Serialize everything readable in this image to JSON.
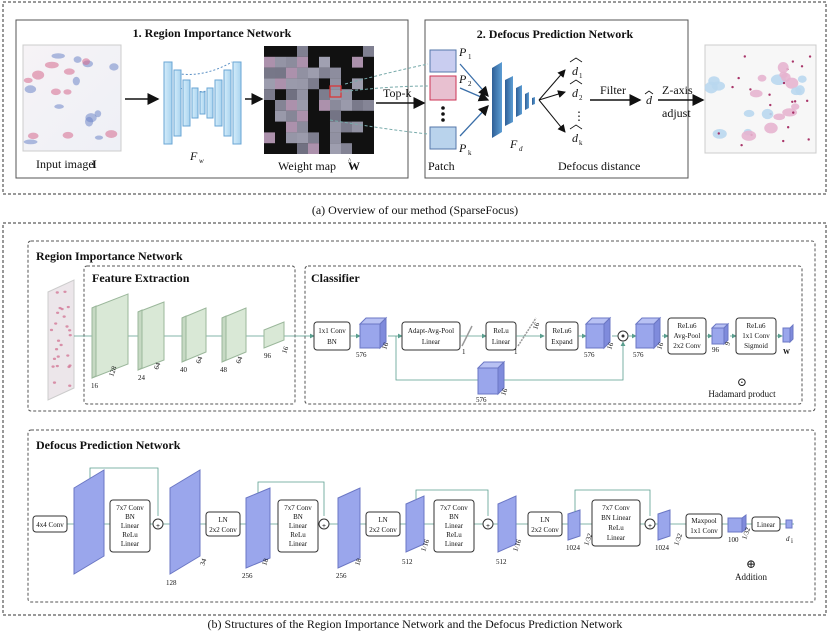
{
  "caption_a": "(a) Overview of our method (SparseFocus)",
  "caption_b": "(b) Structures of the Region Importance Network and the Defocus Prediction Network",
  "overview": {
    "rin_title": "1. Region Importance Network",
    "dpn_title": "2. Defocus Prediction Network",
    "input_label": "Input image",
    "input_sym": "I",
    "fw_label": "F",
    "fw_sub": "w",
    "weight_label": "Weight map",
    "weight_sym": "W",
    "topk": "Top-k",
    "patch_label": "Patch",
    "p1": "P",
    "p1s": "1",
    "p2": "P",
    "p2s": "2",
    "pk": "P",
    "pks": "k",
    "fd_label": "F",
    "fd_sub": "d",
    "d1": "d",
    "d1s": "1",
    "d2": "d",
    "d2s": "2",
    "dk": "d",
    "dks": "k",
    "defocus_label": "Defocus distance",
    "filter": "Filter",
    "dhat": "d",
    "zaxis": "Z-axis",
    "adjust": "adjust",
    "vdots": "⋮",
    "dots_colon": "⋮"
  },
  "rin": {
    "title": "Region Importance Network",
    "fe_title": "Feature Extraction",
    "cls_title": "Classifier",
    "fe_dims": [
      "16",
      "128",
      "24",
      "64",
      "40",
      "64",
      "48",
      "64",
      "96",
      "16"
    ],
    "conv1": [
      "1x1 Conv",
      "BN"
    ],
    "d576a": "576",
    "d16a": "16",
    "adapt": [
      "Adapt-Avg-Pool",
      "Linear"
    ],
    "d1a": "1",
    "relu_lin": [
      "ReLu",
      "Linear"
    ],
    "d1b": "1",
    "d16b": "16",
    "relu6_expand": [
      "ReLu6",
      "Expand"
    ],
    "d576b": "576",
    "d16c": "16",
    "d576c": "576",
    "d16d": "16",
    "relu6_pool": [
      "ReLu6",
      "Avg-Pool",
      "2x2 Conv"
    ],
    "d96": "96",
    "d9": "9",
    "relu6_sig": [
      "ReLu6",
      "1x1 Conv",
      "Sigmoid"
    ],
    "what": "W",
    "d576e": "576",
    "d16e": "16",
    "odot": "⊙",
    "hadamard": "Hadamard product"
  },
  "dpn": {
    "title": "Defocus Prediction Network",
    "conv44": "4x4 Conv",
    "blk1": [
      "7x7 Conv",
      "BN",
      "Linear",
      "ReLu",
      "Linear"
    ],
    "d128": "128",
    "d34": "34",
    "ln1": [
      "LN",
      "2x2 Conv"
    ],
    "blk2": [
      "7x7 Conv",
      "BN",
      "Linear",
      "ReLu",
      "Linear"
    ],
    "d256a": "256",
    "d18a": "18",
    "d256b": "256",
    "d18b": "18",
    "ln2": [
      "LN",
      "2x2 Conv"
    ],
    "blk3": [
      "7x7 Conv",
      "BN",
      "Linear",
      "ReLu",
      "Linear"
    ],
    "d512a": "512",
    "d16a": "1/16",
    "d512b": "512",
    "d16b": "1/16",
    "ln3": [
      "LN",
      "2x2 Conv"
    ],
    "blk4": [
      "7x7 Conv",
      "BN  Linear",
      "ReLu",
      "Linear"
    ],
    "d1024a": "1024",
    "d32a": "1/32",
    "d1024b": "1024",
    "d32b": "1/32",
    "maxpool": [
      "Maxpool",
      "1x1 Conv"
    ],
    "d100": "100",
    "d32c": "1/32",
    "linear": "Linear",
    "di": "d",
    "dis": "i",
    "oplus": "⊕",
    "addition": "Addition"
  },
  "colors": {
    "blue_block": "#9aa6ec",
    "green_block": "#d9e8d6",
    "unet": "#bfe0f5",
    "fd_blue": "#3a78b8",
    "arrow_teal": "#5a9e8e"
  }
}
